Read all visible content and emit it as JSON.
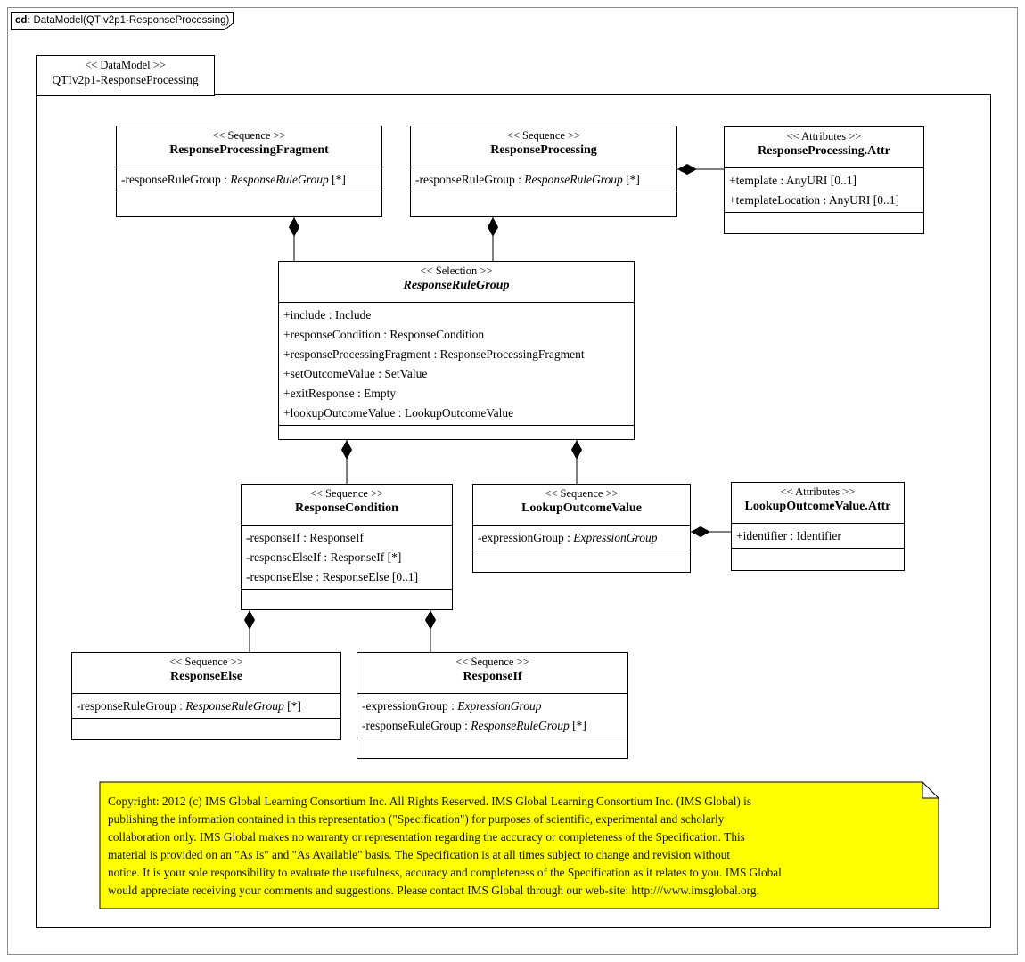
{
  "window": {
    "tab_prefix": "cd:",
    "tab_title": " DataModel(QTIv2p1-ResponseProcessing)"
  },
  "frame_header": {
    "stereotype": "<< DataModel >>",
    "name": "QTIv2p1-ResponseProcessing"
  },
  "colors": {
    "note_bg": "#ffff00",
    "line": "#000000",
    "outer_border": "#8a8a8a"
  },
  "classes": [
    {
      "id": "response-processing-fragment",
      "stereotype": "<< Sequence >>",
      "name": "ResponseProcessingFragment",
      "name_italic": false,
      "attrs": [
        {
          "segs": [
            {
              "t": "-responseRuleGroup : "
            },
            {
              "t": "ResponseRuleGroup",
              "i": true
            },
            {
              "t": " [*]"
            }
          ]
        }
      ]
    },
    {
      "id": "response-processing",
      "stereotype": "<< Sequence >>",
      "name": "ResponseProcessing",
      "name_italic": false,
      "attrs": [
        {
          "segs": [
            {
              "t": "-responseRuleGroup : "
            },
            {
              "t": "ResponseRuleGroup",
              "i": true
            },
            {
              "t": " [*]"
            }
          ]
        }
      ]
    },
    {
      "id": "response-processing-attr",
      "stereotype": "<< Attributes >>",
      "name": "ResponseProcessing.Attr",
      "name_italic": false,
      "attrs": [
        {
          "segs": [
            {
              "t": "+template : AnyURI [0..1]"
            }
          ]
        },
        {
          "segs": [
            {
              "t": "+templateLocation : AnyURI [0..1]"
            }
          ]
        }
      ]
    },
    {
      "id": "response-rule-group",
      "stereotype": "<< Selection >>",
      "name": "ResponseRuleGroup",
      "name_italic": true,
      "attrs": [
        {
          "segs": [
            {
              "t": "+include : Include"
            }
          ]
        },
        {
          "segs": [
            {
              "t": "+responseCondition : ResponseCondition"
            }
          ]
        },
        {
          "segs": [
            {
              "t": "+responseProcessingFragment : ResponseProcessingFragment"
            }
          ]
        },
        {
          "segs": [
            {
              "t": "+setOutcomeValue : SetValue"
            }
          ]
        },
        {
          "segs": [
            {
              "t": "+exitResponse : Empty"
            }
          ]
        },
        {
          "segs": [
            {
              "t": "+lookupOutcomeValue : LookupOutcomeValue"
            }
          ]
        }
      ]
    },
    {
      "id": "response-condition",
      "stereotype": "<< Sequence >>",
      "name": "ResponseCondition",
      "name_italic": false,
      "attrs": [
        {
          "segs": [
            {
              "t": "-responseIf : ResponseIf"
            }
          ]
        },
        {
          "segs": [
            {
              "t": "-responseElseIf : ResponseIf [*]"
            }
          ]
        },
        {
          "segs": [
            {
              "t": "-responseElse : ResponseElse [0..1]"
            }
          ]
        }
      ]
    },
    {
      "id": "lookup-outcome-value",
      "stereotype": "<< Sequence >>",
      "name": "LookupOutcomeValue",
      "name_italic": false,
      "attrs": [
        {
          "segs": [
            {
              "t": "-expressionGroup : "
            },
            {
              "t": "ExpressionGroup",
              "i": true
            }
          ]
        }
      ]
    },
    {
      "id": "lookup-outcome-value-attr",
      "stereotype": "<< Attributes >>",
      "name": "LookupOutcomeValue.Attr",
      "name_italic": false,
      "attrs": [
        {
          "segs": [
            {
              "t": "+identifier : Identifier"
            }
          ]
        }
      ]
    },
    {
      "id": "response-else",
      "stereotype": "<< Sequence >>",
      "name": "ResponseElse",
      "name_italic": false,
      "attrs": [
        {
          "segs": [
            {
              "t": "-responseRuleGroup : "
            },
            {
              "t": "ResponseRuleGroup",
              "i": true
            },
            {
              "t": " [*]"
            }
          ]
        }
      ]
    },
    {
      "id": "response-if",
      "stereotype": "<< Sequence >>",
      "name": "ResponseIf",
      "name_italic": false,
      "attrs": [
        {
          "segs": [
            {
              "t": "-expressionGroup : "
            },
            {
              "t": "ExpressionGroup",
              "i": true
            }
          ]
        },
        {
          "segs": [
            {
              "t": "-responseRuleGroup : "
            },
            {
              "t": "ResponseRuleGroup",
              "i": true
            },
            {
              "t": " [*]"
            }
          ]
        }
      ]
    }
  ],
  "note": {
    "lines": [
      "Copyright: 2012 (c) IMS Global Learning Consortium Inc.  All Rights Reserved.  IMS Global Learning Consortium Inc. (IMS Global) is",
      "publishing the information contained in this representation (\"Specification\") for purposes of scientific, experimental and scholarly",
      "collaboration only.  IMS Global makes no warranty or representation regarding the accuracy or completeness of the Specification.  This",
      "material is provided on an \"As Is\" and \"As Available\" basis.  The Specification is at all times subject to change and revision without",
      "notice.  It is your sole responsibility to evaluate the usefulness, accuracy and completeness of the Specification as it relates to you.  IMS Global",
      "would appreciate receiving your comments and suggestions.  Please contact IMS Global through our web-site: http:///www.imsglobal.org."
    ]
  }
}
